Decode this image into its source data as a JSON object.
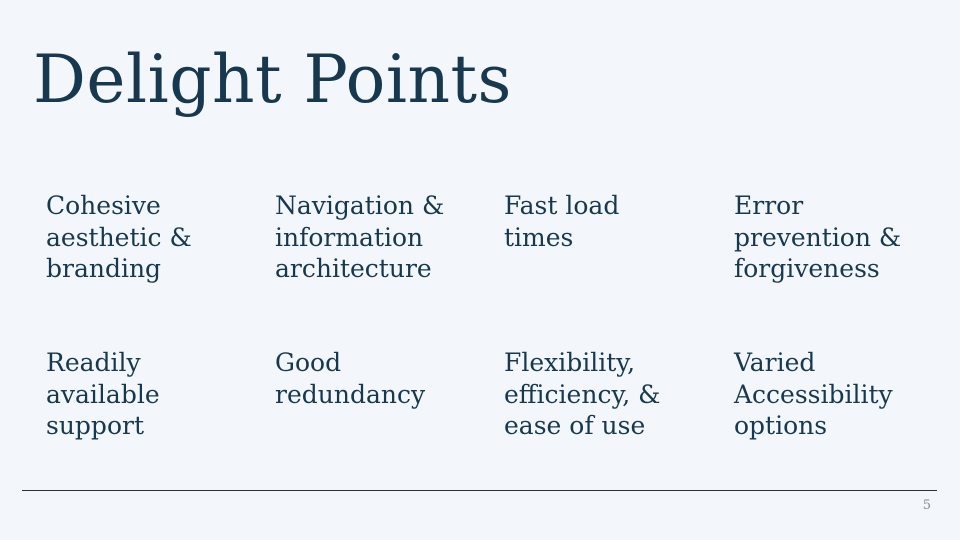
{
  "slide": {
    "title": "Delight Points",
    "points": [
      "Cohesive\naesthetic &\nbranding",
      "Navigation &\ninformation\narchitecture",
      "Fast load\ntimes",
      "Error\nprevention &\nforgiveness",
      "Readily\navailable\nsupport",
      "Good\nredundancy",
      "Flexibility,\nefficiency, &\nease of use",
      "Varied\nAccessibility\noptions"
    ],
    "page_number": "5"
  },
  "colors": {
    "background": "#f3f7fb",
    "text": "#17384e",
    "divider": "#28323c",
    "page_number": "#7e8b94"
  }
}
